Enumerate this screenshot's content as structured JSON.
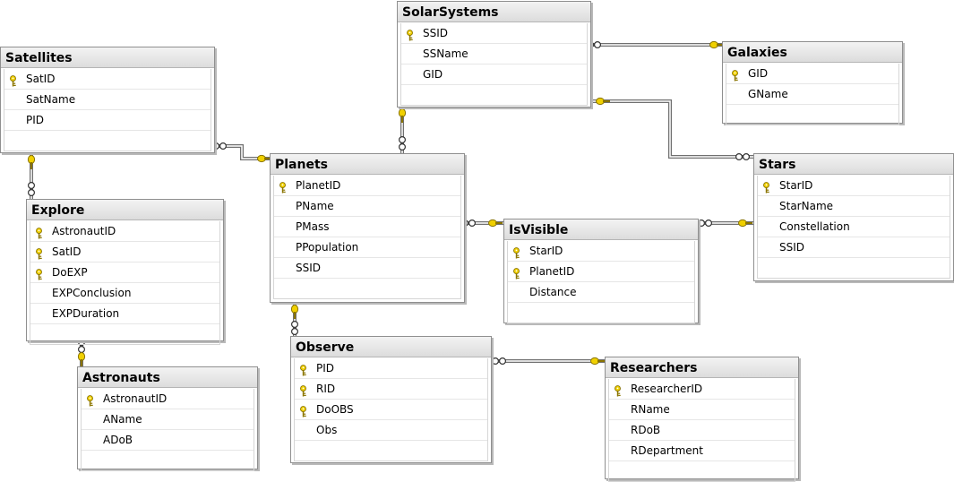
{
  "colors": {
    "key": "#f0d000",
    "line": "#707070",
    "header": "#e6e6e6"
  },
  "tables": {
    "satellites": {
      "title": "Satellites",
      "columns": [
        {
          "name": "SatID",
          "key": true
        },
        {
          "name": "SatName",
          "key": false
        },
        {
          "name": "PID",
          "key": false
        }
      ]
    },
    "solarsystems": {
      "title": "SolarSystems",
      "columns": [
        {
          "name": "SSID",
          "key": true
        },
        {
          "name": "SSName",
          "key": false
        },
        {
          "name": "GID",
          "key": false
        }
      ]
    },
    "galaxies": {
      "title": "Galaxies",
      "columns": [
        {
          "name": "GID",
          "key": true
        },
        {
          "name": "GName",
          "key": false
        }
      ]
    },
    "planets": {
      "title": "Planets",
      "columns": [
        {
          "name": "PlanetID",
          "key": true
        },
        {
          "name": "PName",
          "key": false
        },
        {
          "name": "PMass",
          "key": false
        },
        {
          "name": "PPopulation",
          "key": false
        },
        {
          "name": "SSID",
          "key": false
        }
      ]
    },
    "stars": {
      "title": "Stars",
      "columns": [
        {
          "name": "StarID",
          "key": true
        },
        {
          "name": "StarName",
          "key": false
        },
        {
          "name": "Constellation",
          "key": false
        },
        {
          "name": "SSID",
          "key": false
        }
      ]
    },
    "explore": {
      "title": "Explore",
      "columns": [
        {
          "name": "AstronautID",
          "key": true
        },
        {
          "name": "SatID",
          "key": true
        },
        {
          "name": "DoEXP",
          "key": true
        },
        {
          "name": "EXPConclusion",
          "key": false
        },
        {
          "name": "EXPDuration",
          "key": false
        }
      ]
    },
    "isvisible": {
      "title": "IsVisible",
      "columns": [
        {
          "name": "StarID",
          "key": true
        },
        {
          "name": "PlanetID",
          "key": true
        },
        {
          "name": "Distance",
          "key": false
        }
      ]
    },
    "astronauts": {
      "title": "Astronauts",
      "columns": [
        {
          "name": "AstronautID",
          "key": true
        },
        {
          "name": "AName",
          "key": false
        },
        {
          "name": "ADoB",
          "key": false
        }
      ]
    },
    "observe": {
      "title": "Observe",
      "columns": [
        {
          "name": "PID",
          "key": true
        },
        {
          "name": "RID",
          "key": true
        },
        {
          "name": "DoOBS",
          "key": true
        },
        {
          "name": "Obs",
          "key": false
        }
      ]
    },
    "researchers": {
      "title": "Researchers",
      "columns": [
        {
          "name": "ResearcherID",
          "key": true
        },
        {
          "name": "RName",
          "key": false
        },
        {
          "name": "RDoB",
          "key": false
        },
        {
          "name": "RDepartment",
          "key": false
        }
      ]
    }
  },
  "relationships": [
    {
      "from": "solarsystems",
      "to": "galaxies"
    },
    {
      "from": "satellites",
      "to": "planets"
    },
    {
      "from": "solarsystems",
      "to": "planets"
    },
    {
      "from": "solarsystems",
      "to": "stars"
    },
    {
      "from": "satellites",
      "to": "explore"
    },
    {
      "from": "planets",
      "to": "isvisible"
    },
    {
      "from": "stars",
      "to": "isvisible"
    },
    {
      "from": "astronauts",
      "to": "explore"
    },
    {
      "from": "planets",
      "to": "observe"
    },
    {
      "from": "researchers",
      "to": "observe"
    }
  ]
}
